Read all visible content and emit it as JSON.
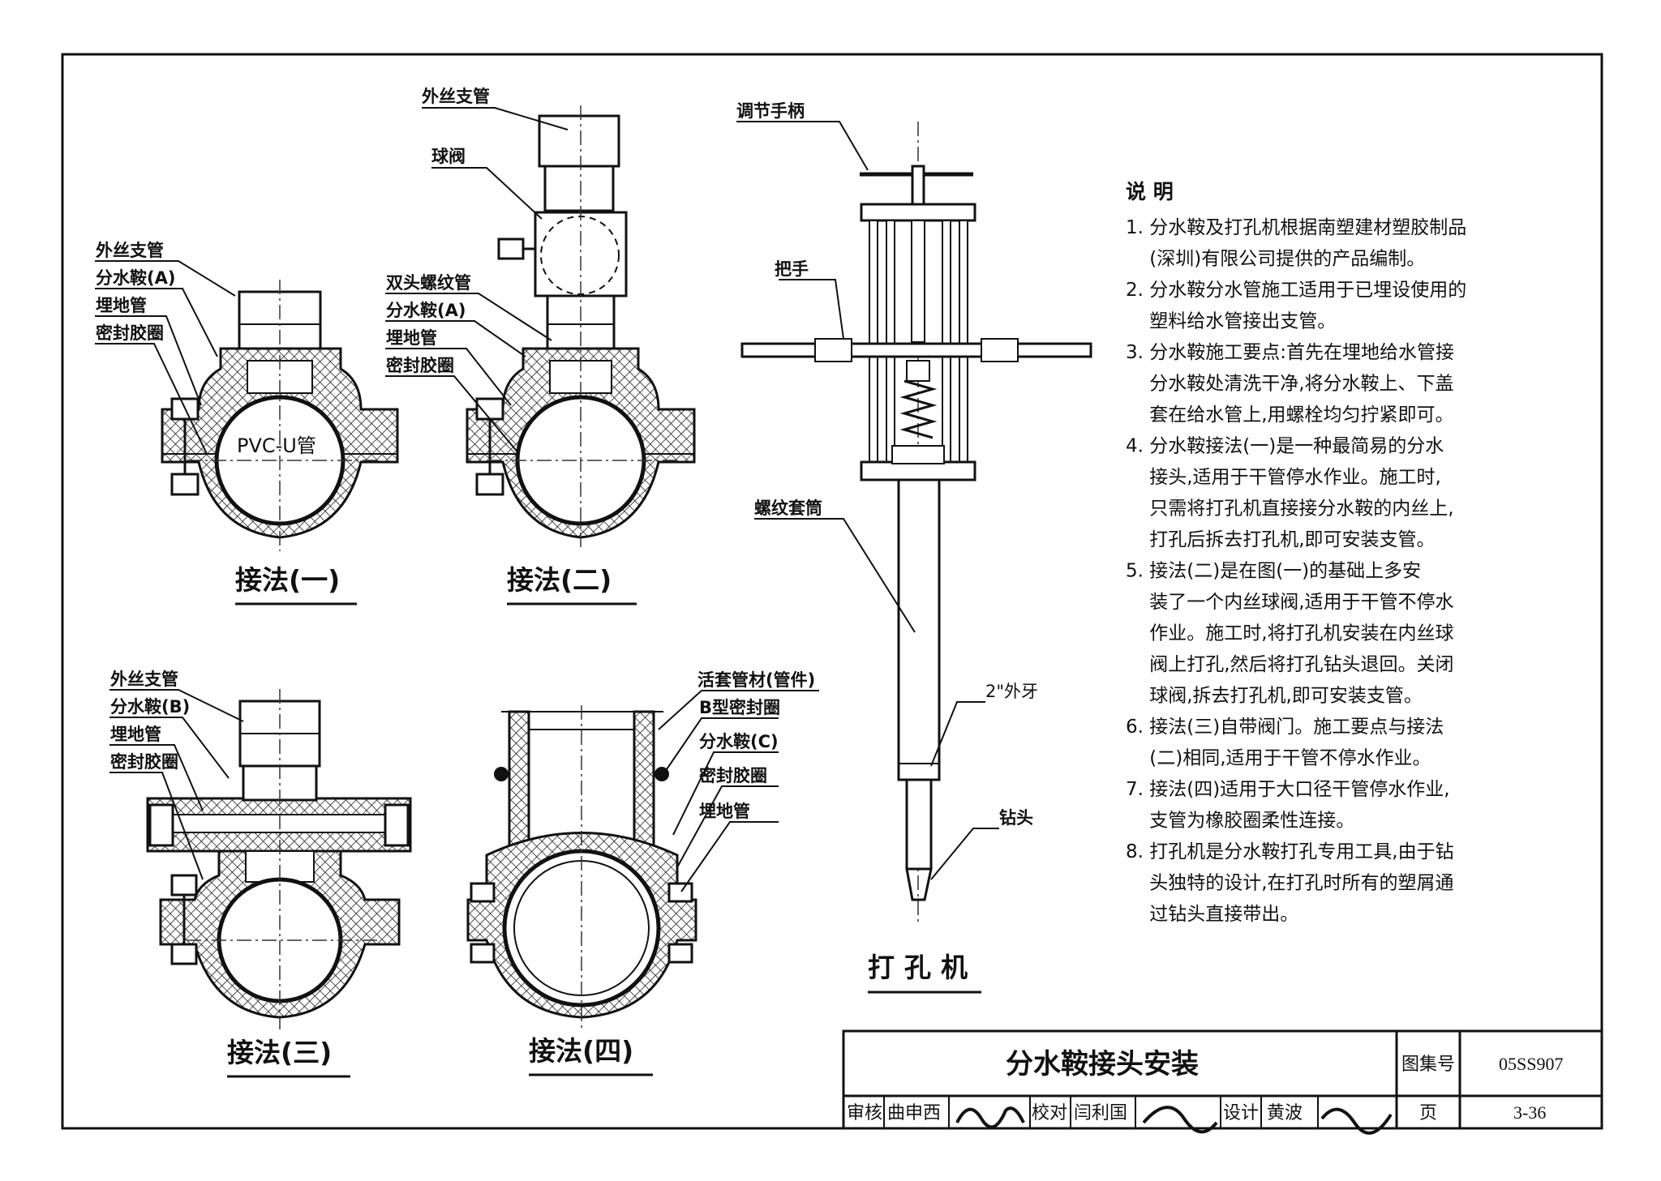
{
  "labels": {
    "m1": [
      "外丝支管",
      "分水鞍(A)",
      "埋地管",
      "密封胶圈"
    ],
    "m1_pipe": "PVC-U管",
    "m2": [
      "外丝支管",
      "球阀",
      "双头螺纹管",
      "分水鞍(A)",
      "埋地管",
      "密封胶圈"
    ],
    "m3": [
      "外丝支管",
      "分水鞍(B)",
      "埋地管",
      "密封胶圈"
    ],
    "m4": [
      "活套管材(管件)",
      "B型密封圈",
      "分水鞍(C)",
      "密封胶圈",
      "埋地管"
    ],
    "drill": [
      "调节手柄",
      "把手",
      "螺纹套筒",
      "2\"外牙",
      "钻头"
    ]
  },
  "captions": {
    "m1": "接法(一)",
    "m2": "接法(二)",
    "m3": "接法(三)",
    "m4": "接法(四)",
    "drill": "打孔机"
  },
  "notes": {
    "title": "说 明",
    "lines": [
      "1. 分水鞍及打孔机根据南塑建材塑胶制品",
      "    (深圳)有限公司提供的产品编制。",
      "2. 分水鞍分水管施工适用于已埋设使用的",
      "    塑料给水管接出支管。",
      "3. 分水鞍施工要点:首先在埋地给水管接",
      "    分水鞍处清洗干净,将分水鞍上、下盖",
      "    套在给水管上,用螺栓均匀拧紧即可。",
      "4. 分水鞍接法(一)是一种最简易的分水",
      "    接头,适用于干管停水作业。施工时,",
      "    只需将打孔机直接接分水鞍的内丝上,",
      "    打孔后拆去打孔机,即可安装支管。",
      "5. 接法(二)是在图(一)的基础上多安",
      "    装了一个内丝球阀,适用于干管不停水",
      "    作业。施工时,将打孔机安装在内丝球",
      "    阀上打孔,然后将打孔钻头退回。关闭",
      "    球阀,拆去打孔机,即可安装支管。",
      "6. 接法(三)自带阀门。施工要点与接法",
      "    (二)相同,适用于干管不停水作业。",
      "7. 接法(四)适用于大口径干管停水作业,",
      "    支管为橡胶圈柔性连接。",
      "8. 打孔机是分水鞍打孔专用工具,由于钻",
      "    头独特的设计,在打孔时所有的塑屑通",
      "    过钻头直接带出。"
    ]
  },
  "title_block": {
    "title": "分水鞍接头安装",
    "atlas_label": "图集号",
    "atlas_no": "05SS907",
    "page_label": "页",
    "page_no": "3-36",
    "review_label": "审核",
    "reviewer": "曲申西",
    "check_label": "校对",
    "checker": "闫利国",
    "design_label": "设计",
    "designer": "黄波"
  }
}
